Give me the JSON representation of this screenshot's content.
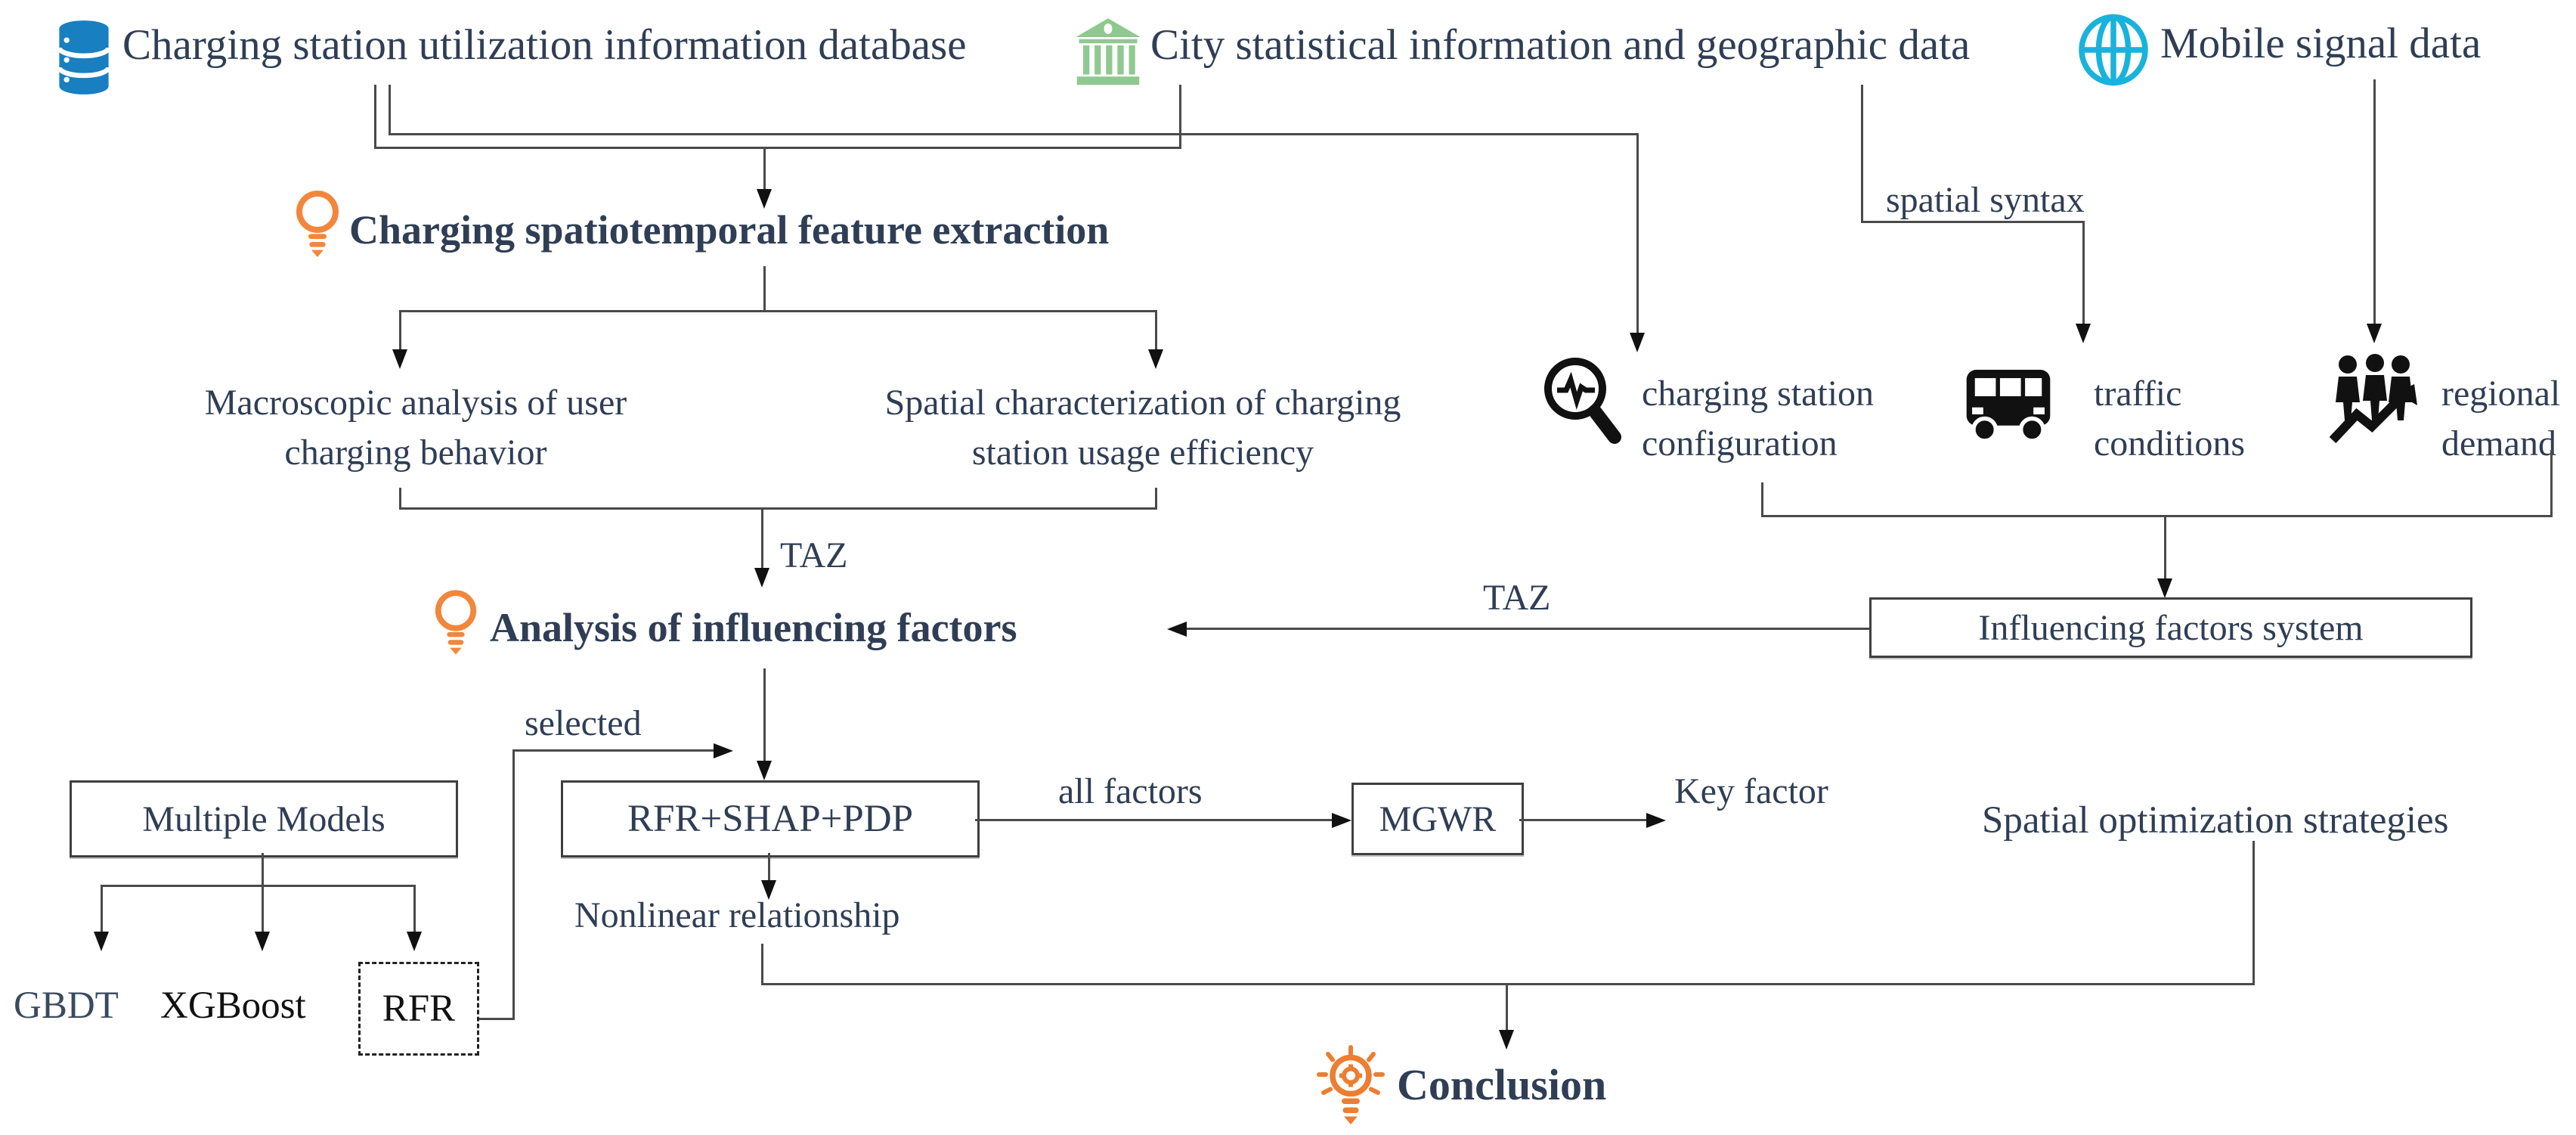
{
  "sources": {
    "database": "Charging station utilization information database",
    "city": "City statistical information and geographic data",
    "mobile": "Mobile signal data"
  },
  "stages": {
    "feature_extraction": "Charging spatiotemporal feature extraction",
    "influencing_factors": "Analysis of influencing factors",
    "conclusion": "Conclusion"
  },
  "branches": {
    "macroscopic": "Macroscopic analysis of user\ncharging behavior",
    "spatial_characterization": "Spatial characterization of charging\nstation usage efficiency"
  },
  "factors": {
    "charging_station_configuration": "charging station\nconfiguration",
    "traffic_conditions": "traffic\nconditions",
    "regional_demand": "regional\ndemand"
  },
  "edge_labels": {
    "spatial_syntax": "spatial syntax",
    "taz_top": "TAZ",
    "taz_right": "TAZ",
    "selected": "selected",
    "all_factors": "all factors",
    "key_factor": "Key factor",
    "nonlinear_relationship": "Nonlinear relationship"
  },
  "boxes": {
    "multiple_models": "Multiple Models",
    "rfr_shap_pdp": "RFR+SHAP+PDP",
    "mgwr": "MGWR",
    "influencing_factors_system": "Influencing factors system",
    "rfr": "RFR"
  },
  "models": {
    "gbdt": "GBDT",
    "xgboost": "XGBoost"
  },
  "outputs": {
    "spatial_optimization": "Spatial optimization strategies"
  },
  "colors": {
    "text": "#2f3e55",
    "database_icon": "#187fc1",
    "bank_icon": "#8fc98f",
    "globe_icon": "#19b2dc",
    "bulb_icon": "#f2873c",
    "conclusion_icon": "#ed7d31",
    "line": "#4a4a4a"
  }
}
